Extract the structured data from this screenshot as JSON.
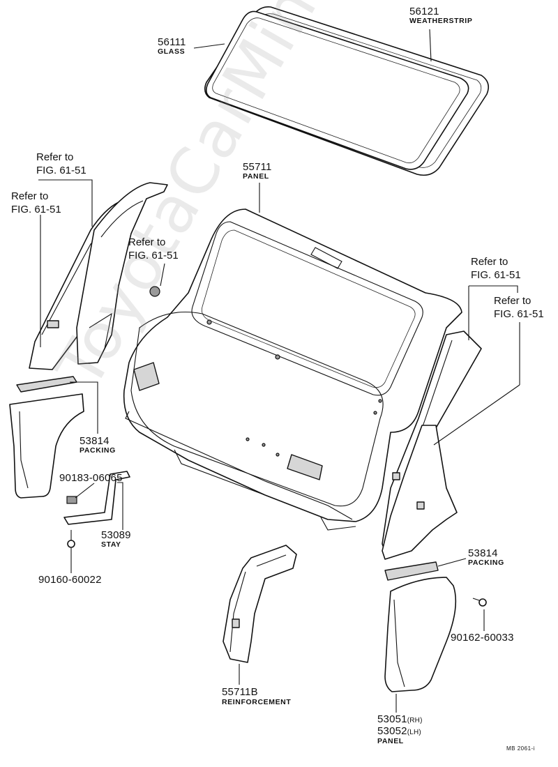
{
  "watermark": "ToyotaCarMine.ru",
  "parts": [
    {
      "number": "56111",
      "name": "GLASS"
    },
    {
      "number": "56121",
      "name": "WEATHERSTRIP"
    },
    {
      "number": "55711",
      "name": "PANEL"
    },
    {
      "number": "53814",
      "name": "PACKING"
    },
    {
      "number": "90183-06065",
      "name": ""
    },
    {
      "number": "53089",
      "name": "STAY"
    },
    {
      "number": "90160-60022",
      "name": ""
    },
    {
      "number": "53814",
      "name": "PACKING"
    },
    {
      "number": "90162-60033",
      "name": ""
    },
    {
      "number": "55711B",
      "name": "REINFORCEMENT"
    },
    {
      "number": "53051",
      "name": "(RH)"
    },
    {
      "number": "53052",
      "name": "(LH)"
    },
    {
      "number": "",
      "name": "PANEL"
    }
  ],
  "references": [
    {
      "line1": "Refer to",
      "line2": "FIG. 61-51"
    },
    {
      "line1": "Refer to",
      "line2": "FIG. 61-51"
    },
    {
      "line1": "Refer to",
      "line2": "FIG. 61-51"
    },
    {
      "line1": "Refer to",
      "line2": "FIG. 61-51"
    },
    {
      "line1": "Refer to",
      "line2": "FIG. 61-51"
    }
  ],
  "figure_code": "MB  2061-i"
}
